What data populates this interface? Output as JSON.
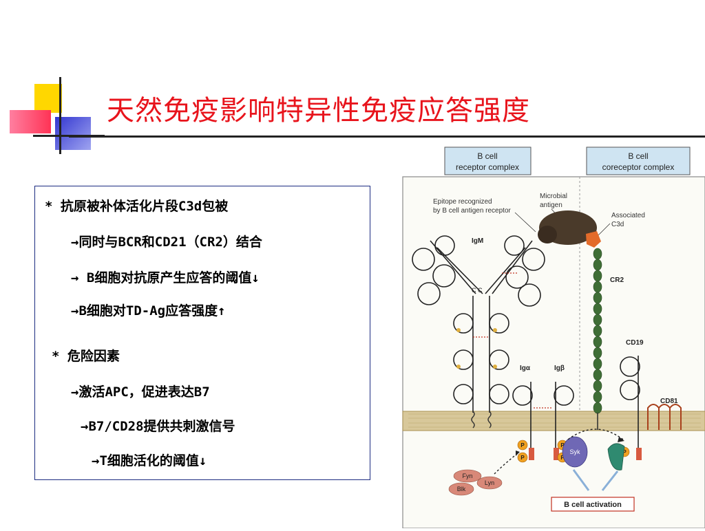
{
  "slide": {
    "title": "天然免疫影响特异性免疫应答强度",
    "section1": {
      "bullet": "* 抗原被补体活化片段C3d包被",
      "items": [
        "→同时与BCR和CD21（CR2）结合",
        "→ B细胞对抗原产生应答的阈值↓",
        "→B细胞对TD-Ag应答强度↑"
      ]
    },
    "section2": {
      "bullet": "* 危险因素",
      "items": [
        "→激活APC，促进表达B7",
        "→B7/CD28提供共刺激信号",
        "→T细胞活化的阈值↓"
      ]
    }
  },
  "figure": {
    "header_left_1": "B cell",
    "header_left_2": "receptor complex",
    "header_right_1": "B cell",
    "header_right_2": "coreceptor complex",
    "label_epitope_1": "Epitope recognized",
    "label_epitope_2": "by B cell antigen receptor",
    "label_microbial_1": "Microbial",
    "label_microbial_2": "antigen",
    "label_assoc_1": "Associated",
    "label_assoc_2": "C3d",
    "label_igm": "IgM",
    "label_cr2": "CR2",
    "label_cd19": "CD19",
    "label_iga": "Igα",
    "label_igb": "Igβ",
    "label_cd81": "CD81",
    "label_cc": "C C",
    "label_syk": "Syk",
    "label_p": "P",
    "label_fyn": "Fyn",
    "label_lyn": "Lyn",
    "label_blk": "Blk",
    "label_activation": "B cell activation",
    "colors": {
      "membrane": "#d8c89a",
      "cr2_bead": "#3f6e36",
      "p_circle": "#f0a020",
      "syk": "#6f68b5",
      "vav": "#2f8a70",
      "kinase": "#d88878",
      "header_box": "#cfe4f2",
      "c3d": "#e36b2a",
      "antigen": "#4a3a2a"
    }
  }
}
